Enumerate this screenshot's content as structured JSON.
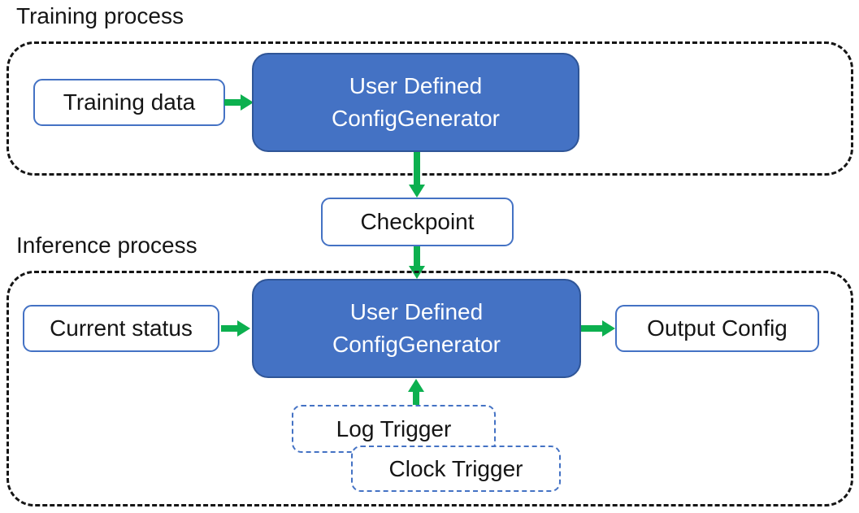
{
  "training": {
    "label": "Training process",
    "training_data": "Training data",
    "generator": {
      "line1": "User Defined",
      "line2": "ConfigGenerator"
    }
  },
  "checkpoint": "Checkpoint",
  "inference": {
    "label": "Inference process",
    "current_status": "Current status",
    "generator": {
      "line1": "User Defined",
      "line2": "ConfigGenerator"
    },
    "output_config": "Output Config",
    "log_trigger": "Log Trigger",
    "clock_trigger": "Clock Trigger"
  },
  "colors": {
    "blue_fill": "#4472C4",
    "blue_border_dark": "#2F5597",
    "box_border_blue": "#4472C4",
    "arrow_green": "#0CB04F",
    "container_dash": "#151515",
    "text_dark": "#151515",
    "text_light": "#FFFFFF",
    "background": "#FFFFFF"
  }
}
